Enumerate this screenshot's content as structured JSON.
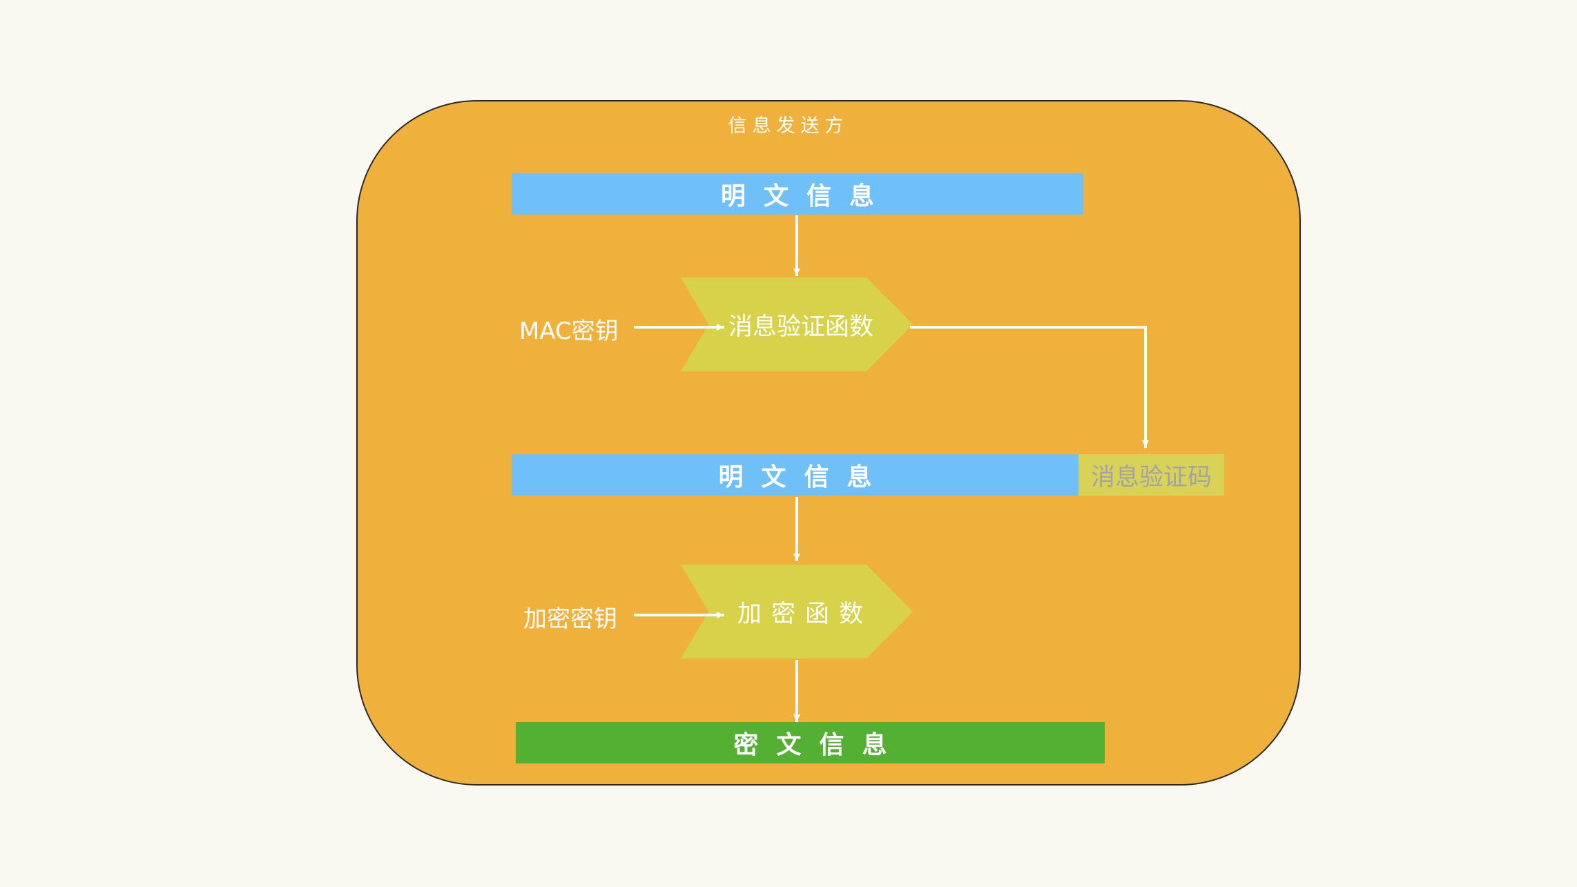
{
  "sender": {
    "title": "信息发送方"
  },
  "nodes": {
    "plaintext_top": "明文信息",
    "mac_function": "消息验证函数",
    "plaintext_middle": "明文信息",
    "mac_code": "消息验证码",
    "encrypt_function": "加密函数",
    "ciphertext": "密文信息"
  },
  "inputs": {
    "mac_key": "MAC密钥",
    "encrypt_key": "加密密钥"
  },
  "colors": {
    "panel": "#f0b13c",
    "plaintext_bar": "#6fbff9",
    "ciphertext_bar": "#54b033",
    "function_chevron": "#d8d24a",
    "arrow": "#ffffff"
  }
}
